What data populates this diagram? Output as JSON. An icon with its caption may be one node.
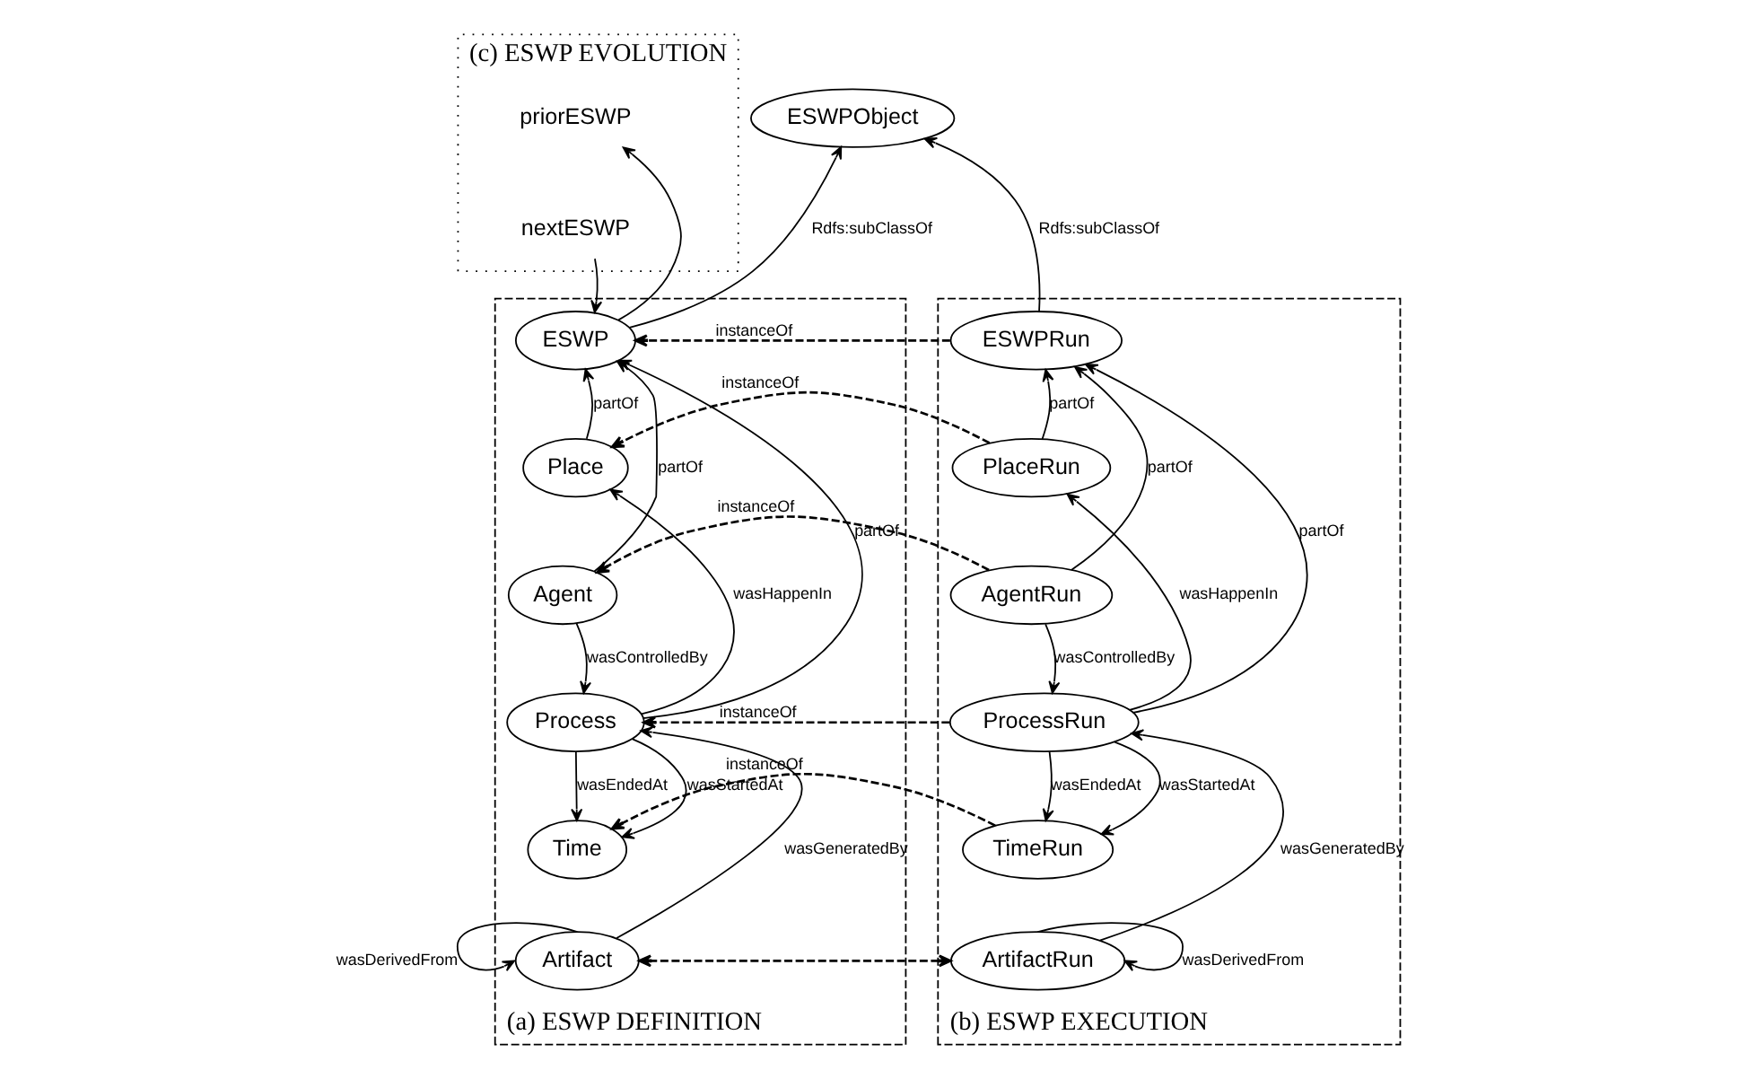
{
  "diagram": {
    "nodes": [
      {
        "text": [
          "(c) ESWP EVOLUTION"
        ]
      },
      {
        "text": [
          "priorESWP"
        ],
        "in": 0
      },
      {
        "text": [
          "nextESWP"
        ],
        "in": 0
      },
      {
        "text": [
          "ESWPObject"
        ]
      },
      {
        "text": [
          "(a) ESWP DEFINITION"
        ]
      },
      {
        "text": [
          "ESWP"
        ],
        "in": 4
      },
      {
        "text": [
          "Place"
        ],
        "in": 4
      },
      {
        "text": [
          "Agent"
        ],
        "in": 4
      },
      {
        "text": [
          "Process"
        ],
        "in": 4
      },
      {
        "text": [
          "Time"
        ],
        "in": 4
      },
      {
        "text": [
          "Artifact"
        ],
        "in": 4
      },
      {
        "text": [
          "(b) ESWP EXECUTION"
        ]
      },
      {
        "text": [
          "ESWPRun"
        ],
        "in": 11
      },
      {
        "text": [
          "PlaceRun"
        ],
        "in": 11
      },
      {
        "text": [
          "AgentRun"
        ],
        "in": 11
      },
      {
        "text": [
          "ProcessRun"
        ],
        "in": 11
      },
      {
        "text": [
          "TimeRun"
        ],
        "in": 11
      },
      {
        "text": [
          "ArtifactRun"
        ],
        "in": 11
      }
    ],
    "edges": [
      {
        "from": 5,
        "to": 1,
        "arrow": "to"
      },
      {
        "from": 2,
        "to": 5,
        "arrow": "to"
      },
      {
        "from": 5,
        "to": 3,
        "label": "Rdfs:subClassOf",
        "arrow": "to"
      },
      {
        "from": 12,
        "to": 3,
        "label": "Rdfs:subClassOf",
        "arrow": "to"
      },
      {
        "from": 7,
        "to": 5,
        "label": "partOf",
        "arrow": "to"
      },
      {
        "from": 8,
        "to": 5,
        "label": "partOf",
        "arrow": "to"
      },
      {
        "from": 6,
        "to": 5,
        "label": "partOf",
        "arrow": "to"
      },
      {
        "from": 7,
        "to": 8,
        "label": "wasControlledBy",
        "arrow": "to"
      },
      {
        "from": 8,
        "to": 6,
        "label": "wasHappenIn",
        "arrow": "to"
      },
      {
        "from": 8,
        "to": 9,
        "label": "wasEndedAt",
        "arrow": "to"
      },
      {
        "from": 8,
        "to": 9,
        "label": "wasStartedAt",
        "arrow": "to"
      },
      {
        "from": 10,
        "to": 8,
        "label": "wasGeneratedBy",
        "arrow": "to"
      },
      {
        "from": 10,
        "to": 10,
        "label": "wasDerivedFrom",
        "arrow": "to"
      },
      {
        "from": 14,
        "to": 12,
        "label": "partOf",
        "arrow": "to"
      },
      {
        "from": 15,
        "to": 12,
        "label": "partOf",
        "arrow": "to"
      },
      {
        "from": 13,
        "to": 12,
        "label": "partOf",
        "arrow": "to"
      },
      {
        "from": 14,
        "to": 15,
        "label": "wasControlledBy",
        "arrow": "to"
      },
      {
        "from": 15,
        "to": 13,
        "label": "wasHappenIn",
        "arrow": "to"
      },
      {
        "from": 15,
        "to": 16,
        "label": "wasEndedAt",
        "arrow": "to"
      },
      {
        "from": 15,
        "to": 16,
        "label": "wasStartedAt",
        "arrow": "to"
      },
      {
        "from": 17,
        "to": 15,
        "label": "wasGeneratedBy",
        "arrow": "to"
      },
      {
        "from": 17,
        "to": 17,
        "label": "wasDerivedFrom",
        "arrow": "to"
      },
      {
        "from": 12,
        "to": 5,
        "label": "instanceOf",
        "arrow": "to",
        "style": "dashed"
      },
      {
        "from": 13,
        "to": 6,
        "label": "instanceOf",
        "arrow": "to",
        "style": "dashed"
      },
      {
        "from": 14,
        "to": 7,
        "label": "instanceOf",
        "arrow": "to",
        "style": "dashed"
      },
      {
        "from": 15,
        "to": 8,
        "label": "instanceOf",
        "arrow": "to",
        "style": "dashed"
      },
      {
        "from": 16,
        "to": 9,
        "label": "instanceOf",
        "arrow": "to",
        "style": "dashed"
      },
      {
        "from": 17,
        "to": 10,
        "arrow": "both",
        "style": "dashed"
      }
    ]
  }
}
